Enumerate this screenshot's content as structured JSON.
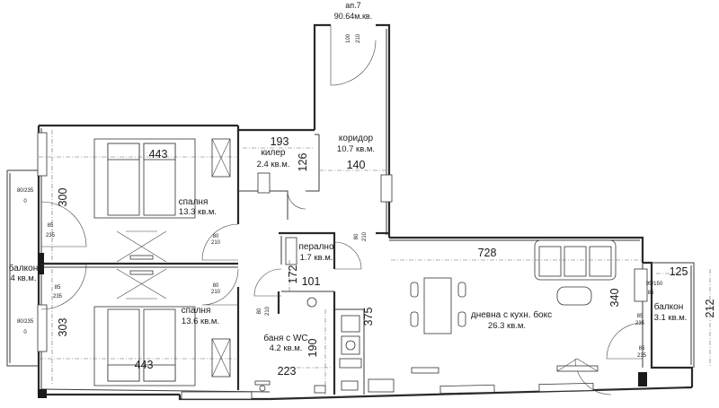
{
  "apartment": {
    "number": "ап.7",
    "area": "90.64м.кв."
  },
  "rooms": [
    {
      "id": "bedroom-1",
      "name": "спалня",
      "area": "13.3 кв.м."
    },
    {
      "id": "bedroom-2",
      "name": "спалня",
      "area": "13.6 кв.м."
    },
    {
      "id": "storage",
      "name": "килер",
      "area": "2.4 кв.м."
    },
    {
      "id": "corridor",
      "name": "коридор",
      "area": "10.7 кв.м."
    },
    {
      "id": "laundry",
      "name": "перално",
      "area": "1.7 кв.м."
    },
    {
      "id": "bathroom",
      "name": "баня с WC",
      "area": "4.2 кв.м."
    },
    {
      "id": "living",
      "name": "дневна с кухн. бокс",
      "area": "26.3 кв.м."
    },
    {
      "id": "balcony-left",
      "name": "балкон",
      "area": "4 кв.м."
    },
    {
      "id": "balcony-right",
      "name": "балкон",
      "area": "3.1 кв.м."
    }
  ],
  "dimensions": {
    "bed1_width": "443",
    "bed2_width": "443",
    "bed1_depth": "300",
    "bed2_depth": "303",
    "storage_width": "193",
    "storage_depth": "126",
    "corridor_width": "140",
    "living_width": "728",
    "bath_depth": "172",
    "laundry_width": "101",
    "kitchen_depth": "375",
    "bath_width": "223",
    "bath_height": "190",
    "living_depth": "340",
    "balcony_right_width": "125",
    "balcony_right_depth": "212"
  },
  "door_labels": {
    "entry_w": "100",
    "entry_h": "210",
    "bed1_door_w": "80",
    "bed1_door_h": "210",
    "bed2_door_w": "80",
    "bed2_door_h": "210",
    "bath_door_w": "80",
    "bath_door_h": "210",
    "laundry_door_w": "80",
    "laundry_door_h": "210",
    "balcony_door_1_top": "85",
    "balcony_door_1_bot": "235",
    "balcony_door_2_top": "85",
    "balcony_door_2_bot": "235",
    "balcony_window_1_top": "80/235",
    "balcony_window_1_bot": "0",
    "balcony_window_2_top": "80/235",
    "balcony_window_2_bot": "0",
    "living_window_top": "95/150",
    "living_window_bot": "85",
    "living_door_1_top": "85",
    "living_door_1_bot": "235",
    "living_door_2_top": "85",
    "living_door_2_bot": "235"
  }
}
